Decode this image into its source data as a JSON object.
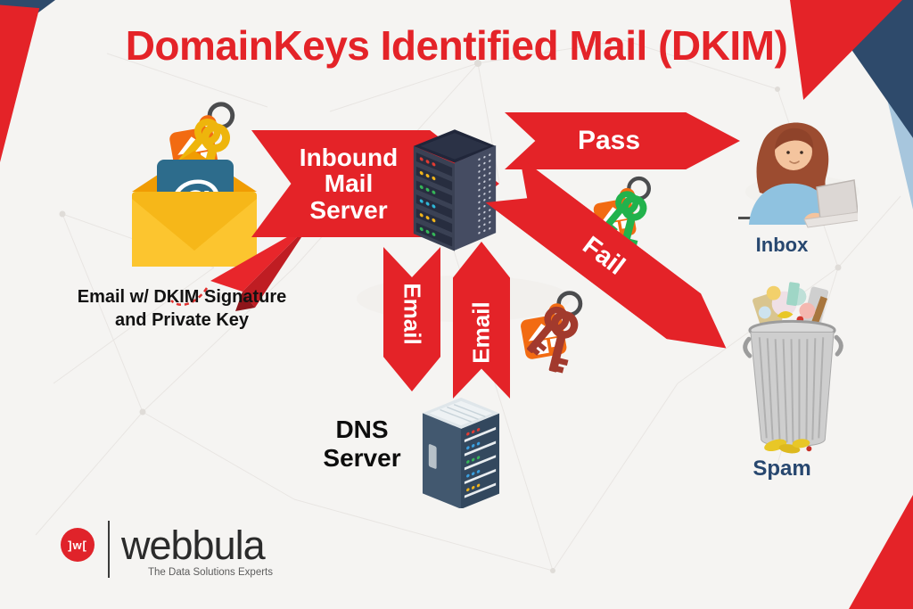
{
  "title": "DomainKeys Identified Mail (DKIM)",
  "flow": {
    "source": {
      "caption_line1": "Email w/ DKIM Signature",
      "caption_line2": "and Private Key"
    },
    "inbound_arrow": {
      "line1": "Inbound",
      "line2": "Mail",
      "line3": "Server"
    },
    "pass_arrow": {
      "label": "Pass"
    },
    "fail_arrow": {
      "label": "Fail"
    },
    "email_query_arrow": {
      "label": "Email"
    },
    "email_response_arrow": {
      "label": "Email"
    },
    "dns": {
      "label_line1": "DNS",
      "label_line2": "Server"
    },
    "inbox": {
      "label": "Inbox"
    },
    "spam": {
      "label": "Spam"
    }
  },
  "logo": {
    "mark": "]w[",
    "name": "webbula",
    "tagline": "The Data Solutions Experts"
  },
  "colors": {
    "accent_red": "#e42328",
    "corner_navy": "#2e4a6b",
    "corner_lightblue": "#a7c6dd",
    "label_navy": "#27476f",
    "source_key_gold": "#eeb50c",
    "pass_key_green": "#22b24c",
    "fail_key_darkred": "#a23a2d",
    "keytag_orange": "#f26b12",
    "envelope_yellow": "#f6b719",
    "background": "#f5f4f2"
  },
  "icons": {
    "signed-email-icon": "open-envelope+@card+paper-plane",
    "private-key-icon": "🔑",
    "pass-key-icon": "🔑",
    "fail-key-icon": "🔑",
    "inbound-mail-server-icon": "isometric-server-rack",
    "dns-server-icon": "isometric-server-cabinet",
    "inbox-user-icon": "woman-at-laptop",
    "spam-trash-icon": "overflowing-trash-can",
    "webbula-logo-mark": "]w[ in red circle"
  }
}
